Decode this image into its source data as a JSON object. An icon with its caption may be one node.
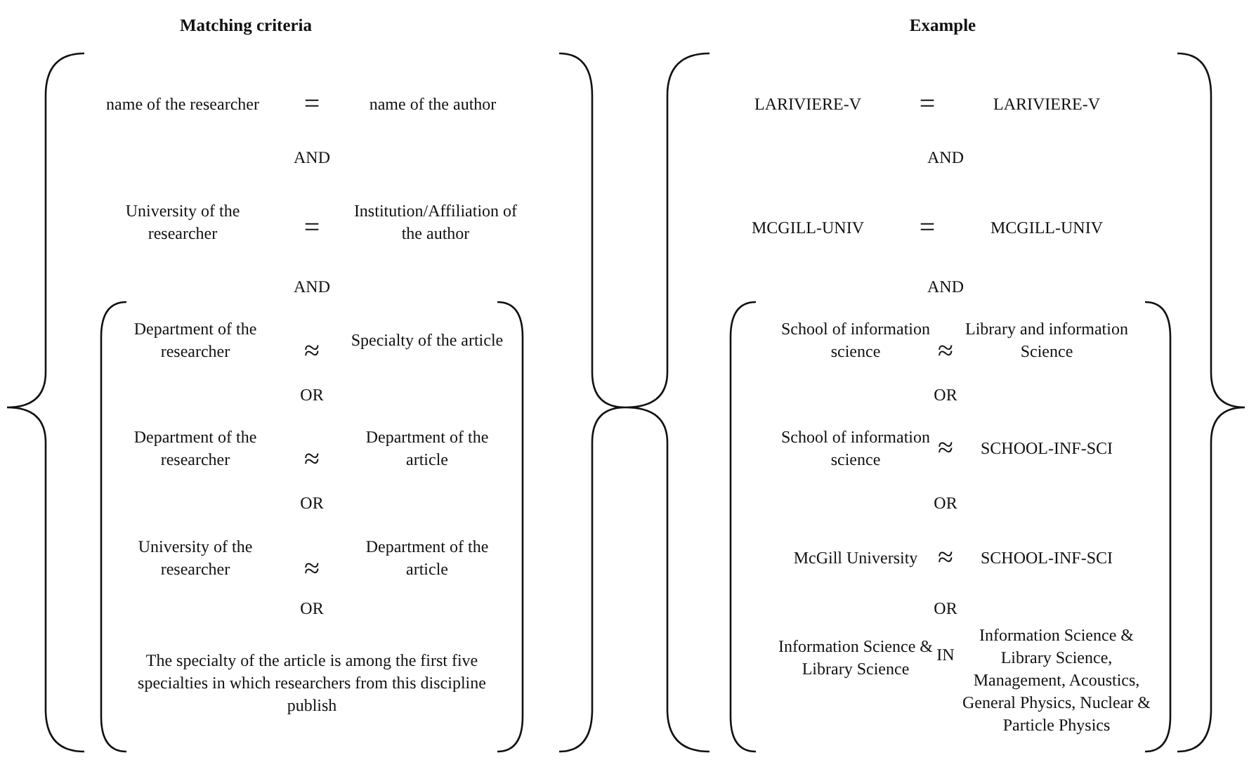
{
  "diagram": {
    "labels": [
      "Matching criteria",
      "name of the researcher",
      "=",
      "name of the author",
      "AND",
      "University of the researcher",
      "=",
      "Institution/Affiliation of the author",
      "AND",
      "Department of the researcher",
      "≈",
      "Specialty of the article",
      "OR",
      "Department of the researcher",
      "≈",
      "Department of the article",
      "OR",
      "University of the researcher",
      "≈",
      "Department of the article",
      "OR",
      "The specialty of the article is among the first five specialties in which researchers from this discipline publish",
      "Example",
      "LARIVIERE-V",
      "=",
      "LARIVIERE-V",
      "AND",
      "MCGILL-UNIV",
      "=",
      "MCGILL-UNIV",
      "AND",
      "School of information science",
      "≈",
      "Library and information Science",
      "OR",
      "School of information science",
      "≈",
      "SCHOOL-INF-SCI",
      "OR",
      "McGill University",
      "≈",
      "SCHOOL-INF-SCI",
      "OR",
      "Information Science & Library Science",
      "IN",
      "Information Science & Library Science, Management, Acoustics, General Physics, Nuclear & Particle Physics"
    ]
  }
}
